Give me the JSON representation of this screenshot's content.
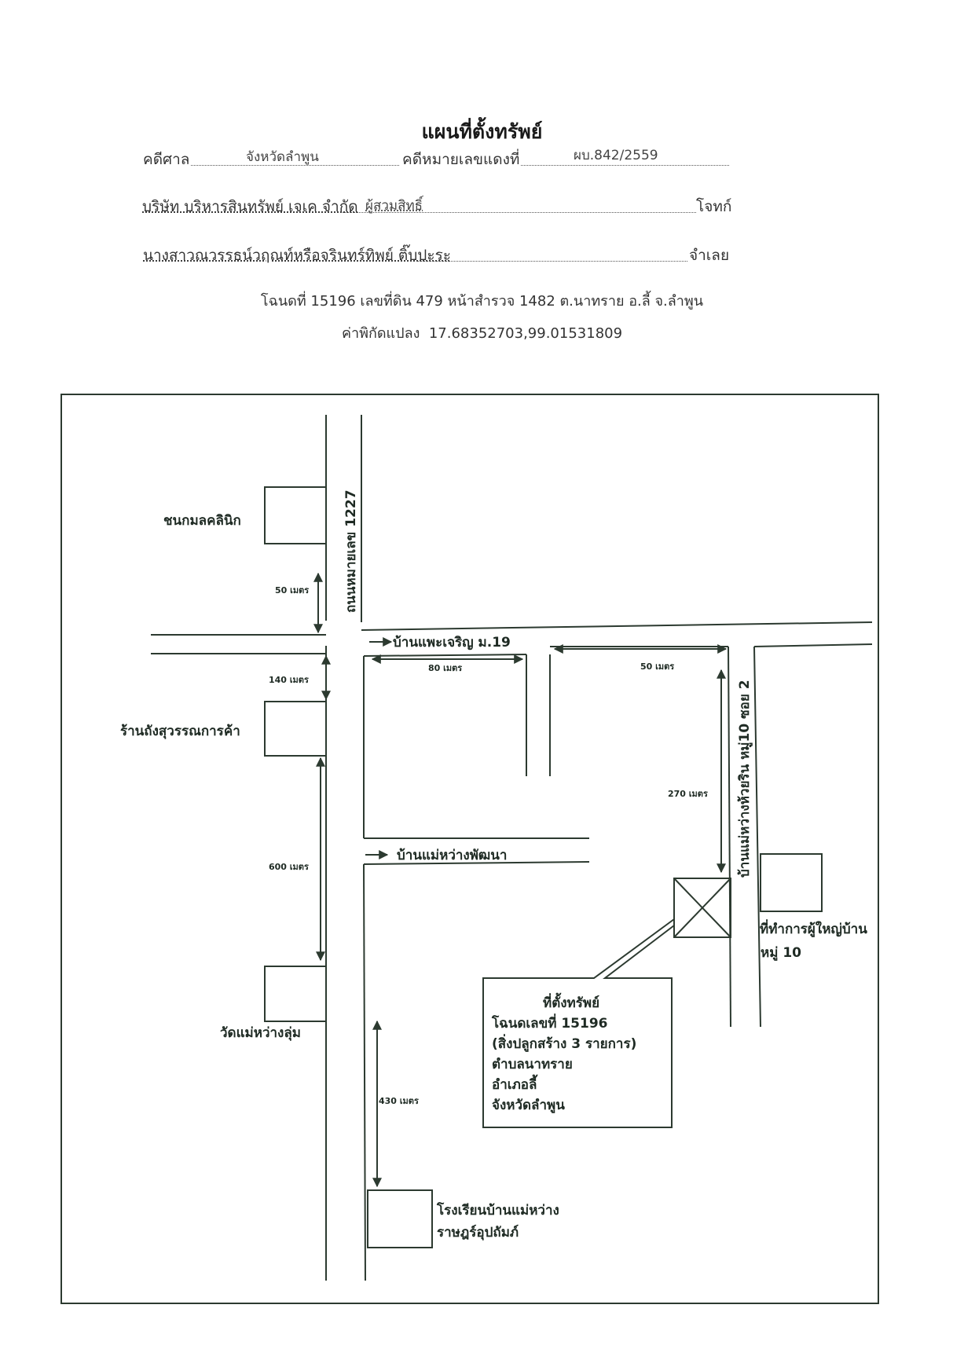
{
  "header": {
    "title": "แผนที่ตั้งทรัพย์",
    "court_label": "คดีศาล",
    "court_value": "จังหวัดลำพูน",
    "case_label": "คดีหมายเลขแดงที่",
    "case_value": "ผบ.842/2559",
    "plaintiff_name": "บริษัท บริหารสินทรัพย์ เจเค จำกัด",
    "plaintiff_note": "ผู้สวมสิทธิ์",
    "plaintiff_role": "โจทก์",
    "defendant_name": "นางสาวณวรรธน์วฤณท์หรือจรินทร์ทิพย์ ติ๊บปะระ",
    "defendant_role": "จำเลย",
    "deed_line": "โฉนดที่ 15196 เลขที่ดิน 479 หน้าสำรวจ 1482  ต.นาทราย อ.ลี้ จ.ลำพูน",
    "coord_label": "ค่าพิกัดแปลง",
    "coord_value": "17.68352703,99.01531809"
  },
  "map": {
    "road_main": "ถนนหมายเลข 1227",
    "village_1": "บ้านแพะเจริญ ม.19",
    "village_2": "บ้านแม่หว่างพัฒนา",
    "soi_road": "บ้านแม่หว่างห้วยริน หมู่10 ซอย 2",
    "clinic": "ชนกมลคลินิก",
    "shop": "ร้านถังสุวรรณการค้า",
    "temple": "วัดแม่หว่างลุ่ม",
    "school_line1": "โรงเรียนบ้านแม่หว่าง",
    "school_line2": "ราษฎร์อุปถัมภ์",
    "headman_line1": "ที่ทำการผู้ใหญ่บ้าน",
    "headman_line2": "หมู่ 10",
    "property": {
      "line1": "ที่ตั้งทรัพย์",
      "line2": "โฉนดเลขที่ 15196",
      "line3": "(สิ่งปลูกสร้าง 3 รายการ)",
      "line4": "ตำบลนาทราย",
      "line5": "อำเภอลี้",
      "line6": "จังหวัดลำพูน"
    },
    "distances": {
      "d50_left": "50 เมตร",
      "d140": "140 เมตร",
      "d600": "600 เมตร",
      "d80": "80 เมตร",
      "d50_right": "50 เมตร",
      "d270": "270 เมตร",
      "d430": "430 เมตร"
    }
  },
  "colors": {
    "line": "#2c3a30",
    "text": "#1e2a23"
  }
}
